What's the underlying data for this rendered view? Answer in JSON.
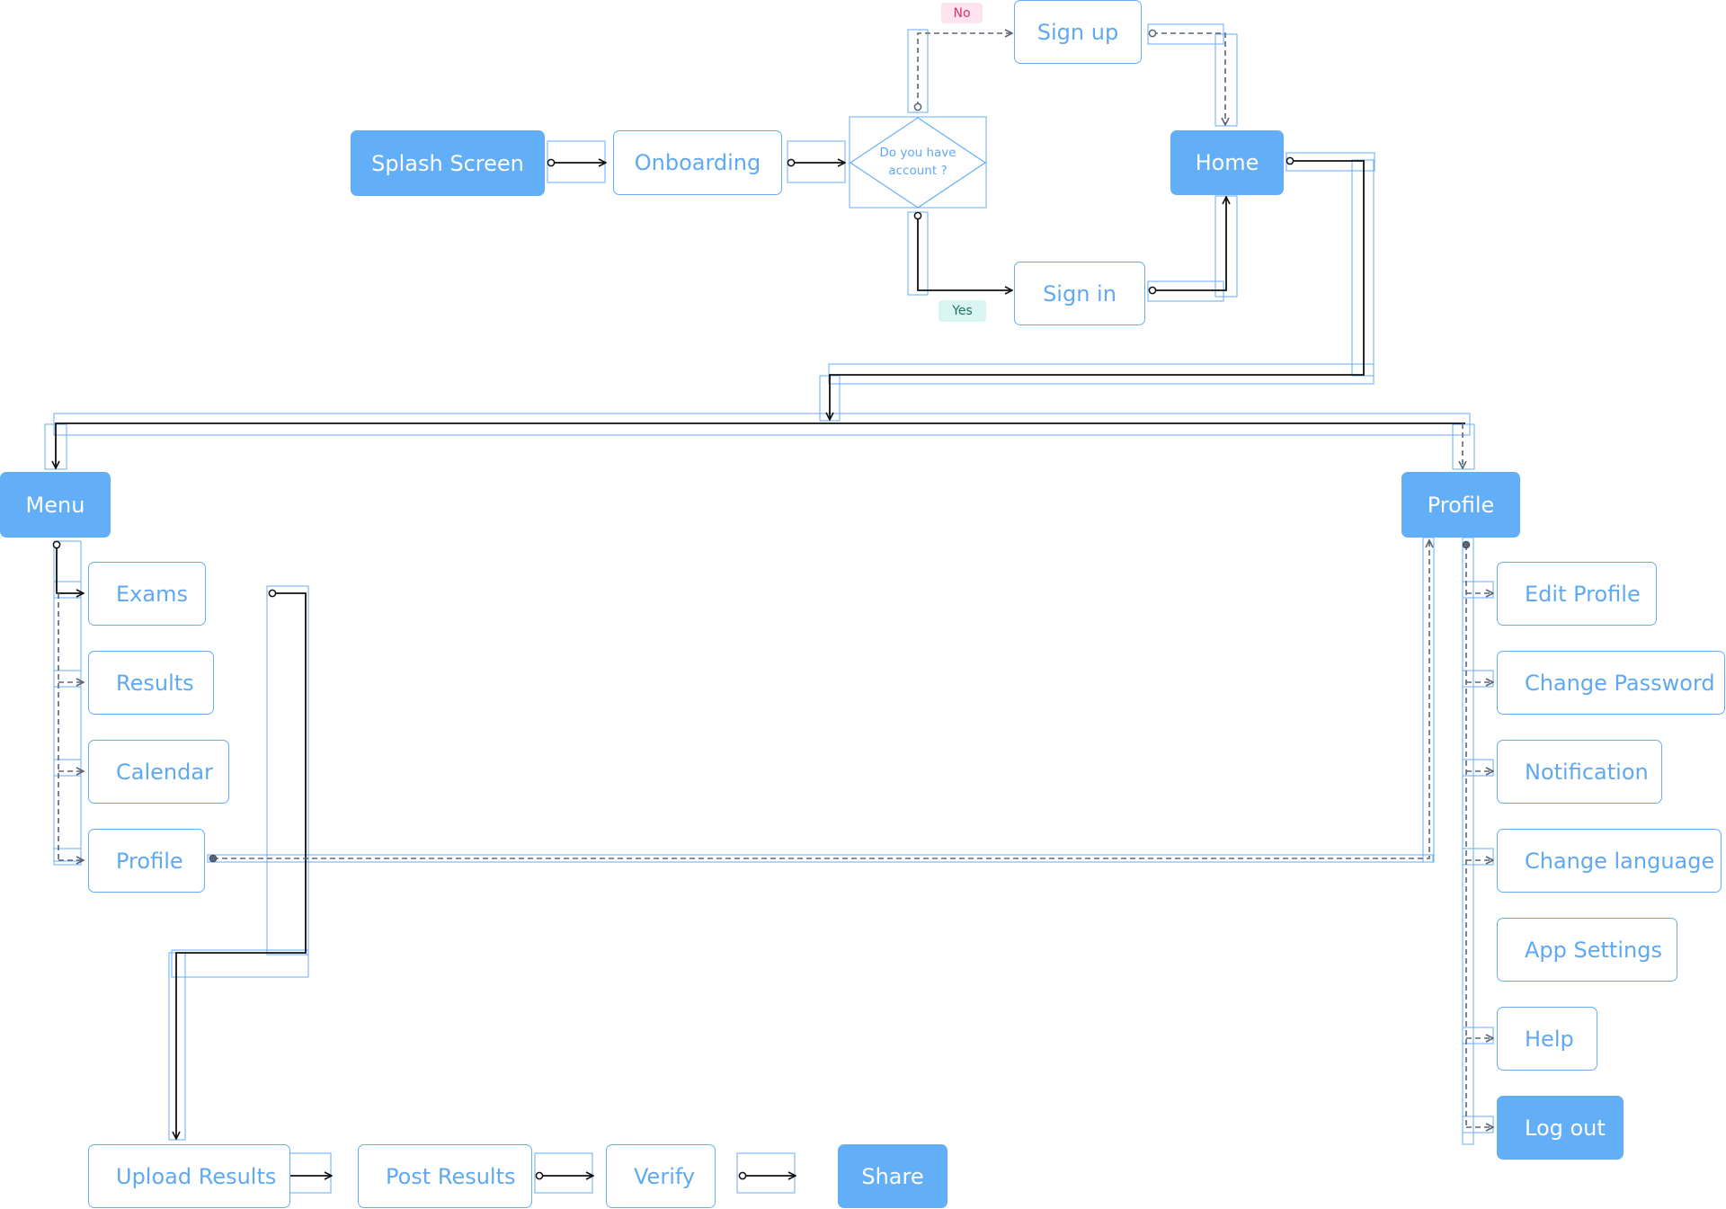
{
  "nodes": {
    "splash": "Splash Screen",
    "onboarding": "Onboarding",
    "sign_up": "Sign up",
    "sign_in": "Sign in",
    "home": "Home",
    "menu": "Menu",
    "profile_main": "Profile",
    "exams": "Exams",
    "results": "Results",
    "calendar": "Calendar",
    "menu_profile": "Profile",
    "upload_results": "Upload Results",
    "post_results": "Post Results",
    "verify": "Verify",
    "share": "Share",
    "edit_profile": "Edit Profile",
    "change_password": "Change Password",
    "notification": "Notification",
    "change_language": "Change language",
    "app_settings": "App Settings",
    "help": "Help",
    "log_out": "Log out"
  },
  "decision": {
    "line1": "Do you have",
    "line2": "account ?"
  },
  "tags": {
    "no": "No",
    "yes": "Yes"
  },
  "colors": {
    "accent": "#62aef7",
    "line": "#111111",
    "dashed": "#5a6677",
    "no_bg": "#fde3ee",
    "yes_bg": "#d9f5f1"
  }
}
